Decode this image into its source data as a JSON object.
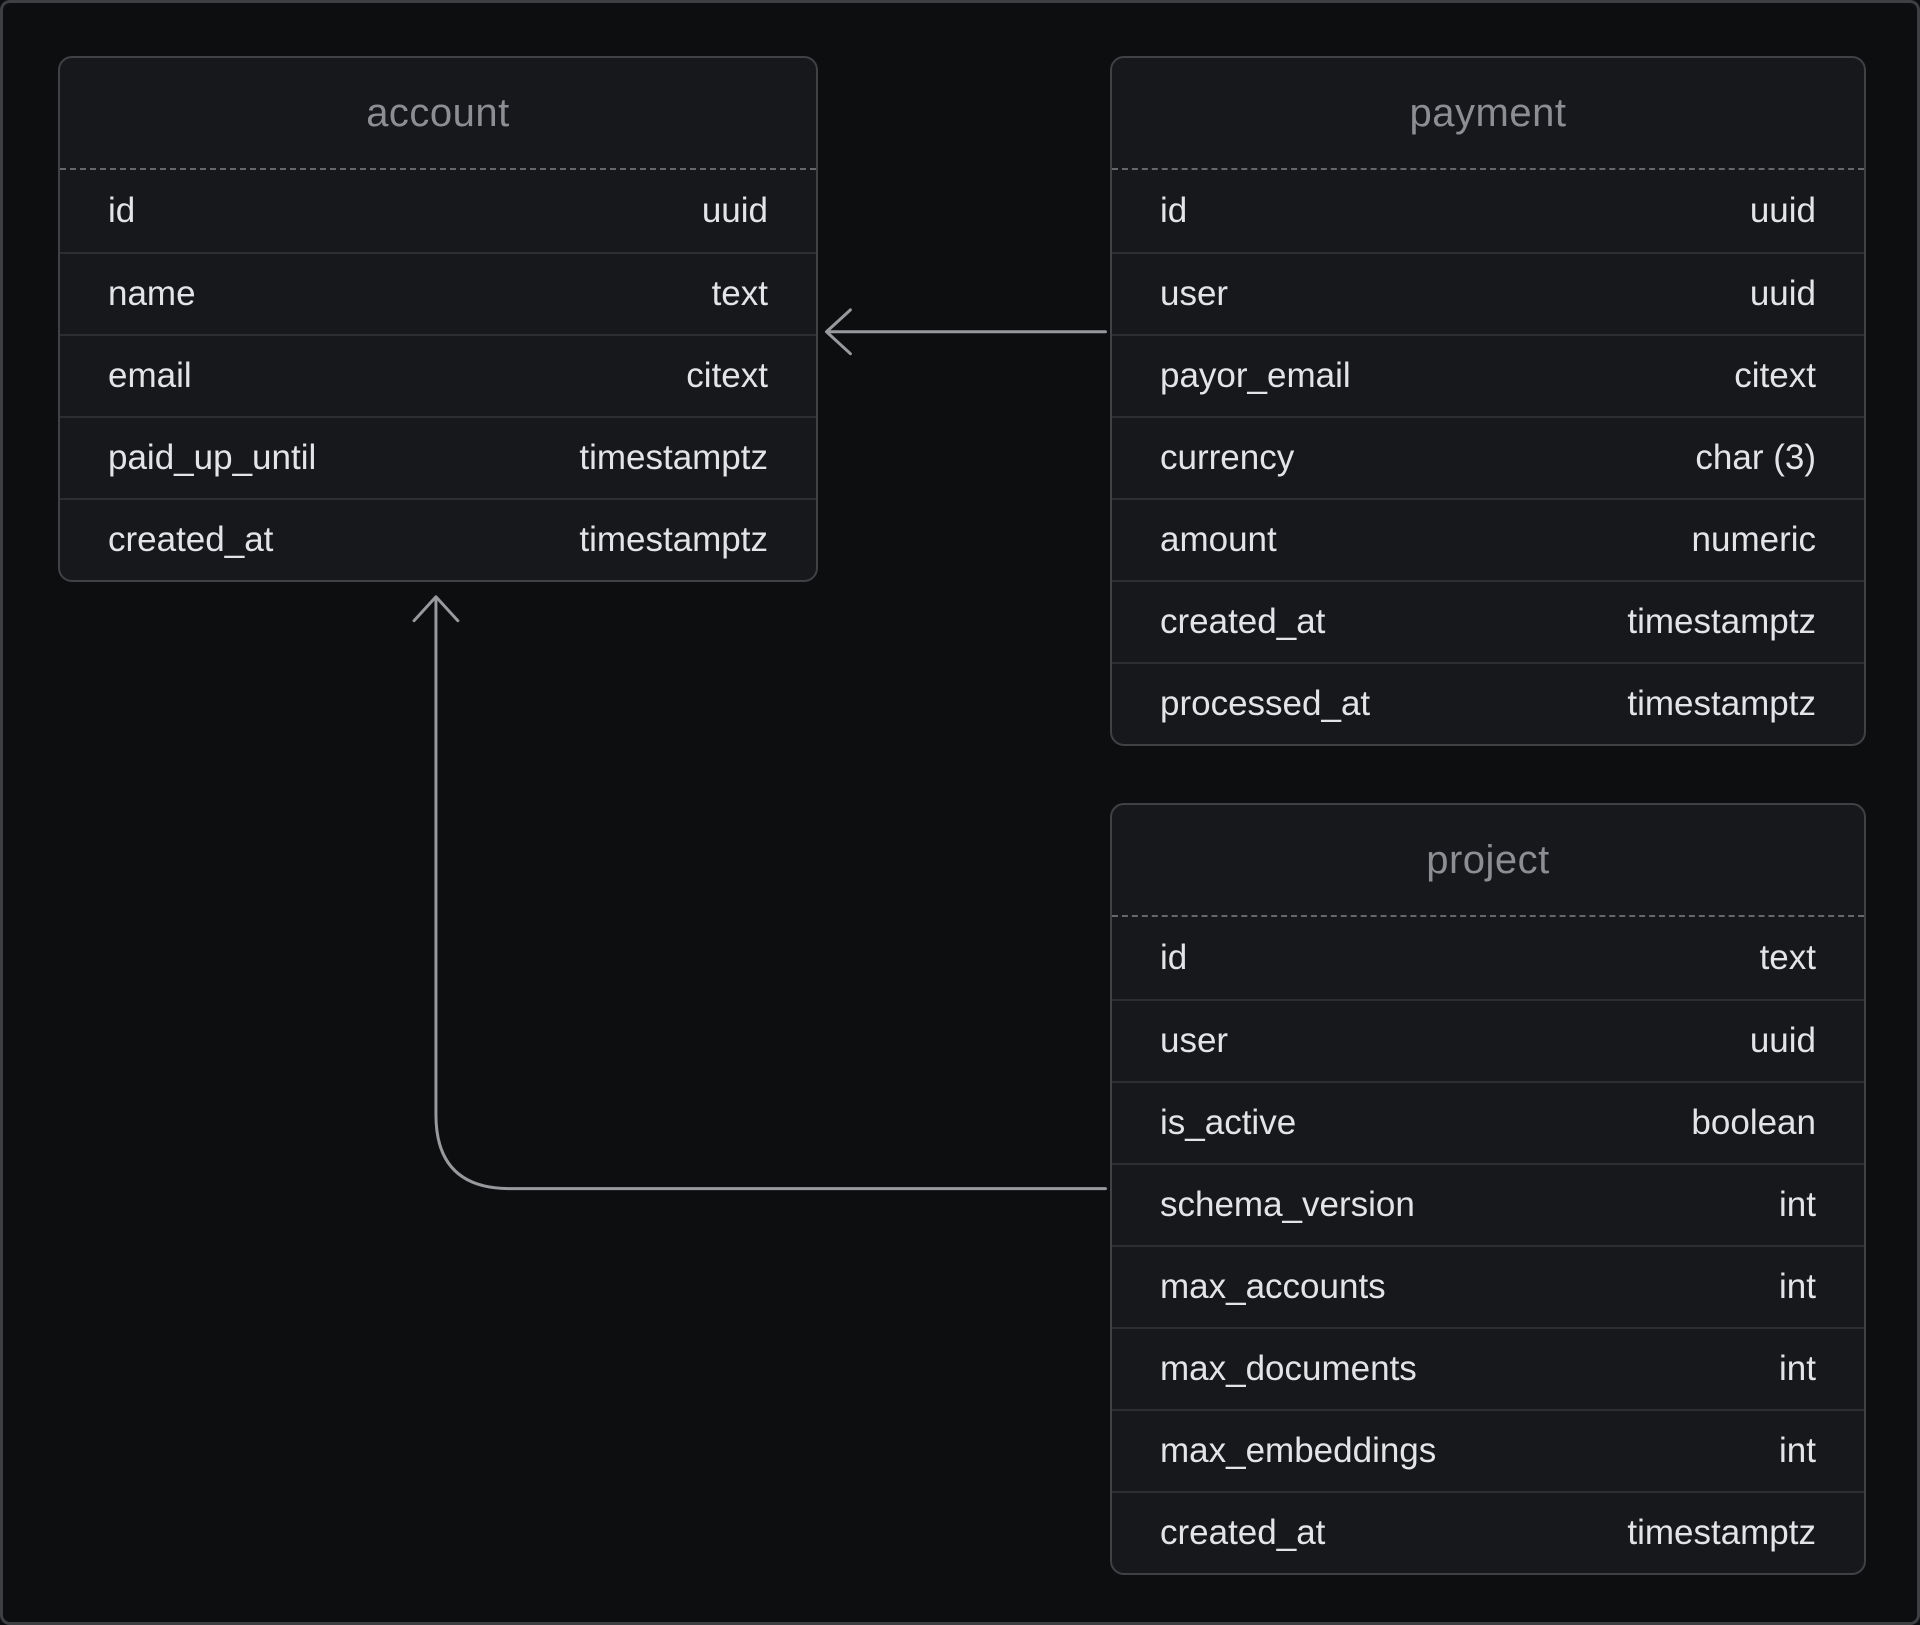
{
  "colors": {
    "page_background": "#0d0e10",
    "frame_border": "#3e3f43",
    "table_background": "#17181b",
    "table_border": "#404145",
    "row_separator": "#2d2e32",
    "header_divider": "#66676b",
    "header_text": "#8d8e93",
    "row_text": "#e3e4e6",
    "edge": "#98999c"
  },
  "tables": [
    {
      "name": "account",
      "columns": [
        {
          "name": "id",
          "type": "uuid"
        },
        {
          "name": "name",
          "type": "text"
        },
        {
          "name": "email",
          "type": "citext"
        },
        {
          "name": "paid_up_until",
          "type": "timestamptz"
        },
        {
          "name": "created_at",
          "type": "timestamptz"
        }
      ]
    },
    {
      "name": "payment",
      "columns": [
        {
          "name": "id",
          "type": "uuid"
        },
        {
          "name": "user",
          "type": "uuid"
        },
        {
          "name": "payor_email",
          "type": "citext"
        },
        {
          "name": "currency",
          "type": "char (3)"
        },
        {
          "name": "amount",
          "type": "numeric"
        },
        {
          "name": "created_at",
          "type": "timestamptz"
        },
        {
          "name": "processed_at",
          "type": "timestamptz"
        }
      ]
    },
    {
      "name": "project",
      "columns": [
        {
          "name": "id",
          "type": "text"
        },
        {
          "name": "user",
          "type": "uuid"
        },
        {
          "name": "is_active",
          "type": "boolean"
        },
        {
          "name": "schema_version",
          "type": "int"
        },
        {
          "name": "max_accounts",
          "type": "int"
        },
        {
          "name": "max_documents",
          "type": "int"
        },
        {
          "name": "max_embeddings",
          "type": "int"
        },
        {
          "name": "created_at",
          "type": "timestamptz"
        }
      ]
    }
  ],
  "relationships": [
    {
      "from": "payment",
      "to": "account"
    },
    {
      "from": "project",
      "to": "account"
    }
  ]
}
